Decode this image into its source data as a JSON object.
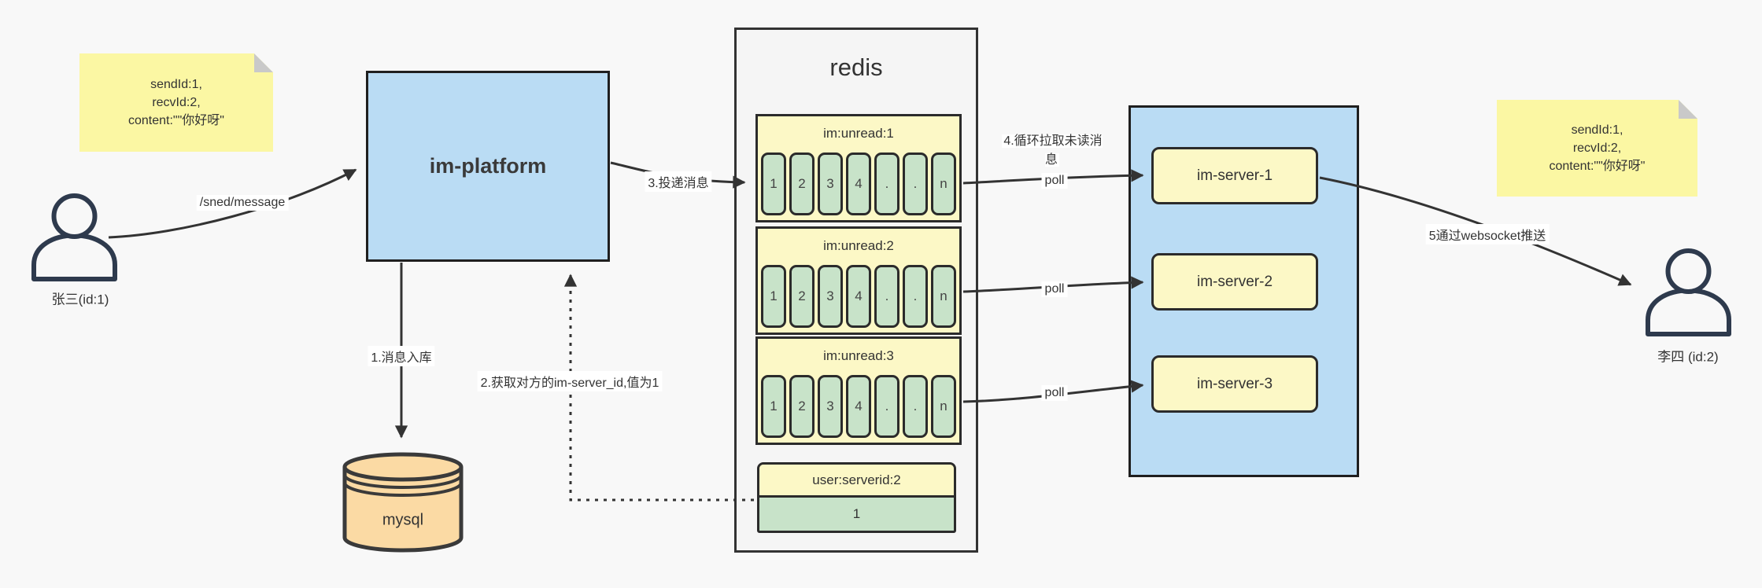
{
  "diagram": {
    "notes": {
      "left": {
        "lines": [
          "sendId:1,",
          "recvId:2,",
          "content:\"\"你好呀\""
        ]
      },
      "right": {
        "lines": [
          "sendId:1,",
          "recvId:2,",
          "content:\"\"你好呀\""
        ]
      }
    },
    "actors": {
      "sender": "张三(id:1)",
      "receiver": "李四 (id:2)"
    },
    "platform": "im-platform",
    "database": "mysql",
    "redis": {
      "title": "redis",
      "queues": [
        {
          "title": "im:unread:1",
          "cells": [
            "1",
            "2",
            "3",
            "4",
            ".",
            ".",
            "n"
          ]
        },
        {
          "title": "im:unread:2",
          "cells": [
            "1",
            "2",
            "3",
            "4",
            ".",
            ".",
            "n"
          ]
        },
        {
          "title": "im:unread:3",
          "cells": [
            "1",
            "2",
            "3",
            "4",
            ".",
            ".",
            "n"
          ]
        }
      ],
      "kv": {
        "key": "user:serverid:2",
        "value": "1"
      }
    },
    "servers": [
      "im-server-1",
      "im-server-2",
      "im-server-3"
    ],
    "labels": {
      "send": "/sned/message",
      "store": "1.消息入库",
      "fetch": "2.获取对方的im-server_id,值为1",
      "deliver": "3.投递消息",
      "pull": "4.循环拉取未读消息",
      "poll": "poll",
      "push": "5通过websocket推送"
    },
    "colors": {
      "background": "#f8f8f8",
      "note_yellow": "#fbf7a3",
      "node_blue": "#badcf4",
      "box_yellow": "#fcf8c6",
      "cell_green": "#c8e3c9",
      "db_orange": "#fbdaa4",
      "line_dark": "#333333",
      "person_navy": "#2e3a4d"
    }
  }
}
